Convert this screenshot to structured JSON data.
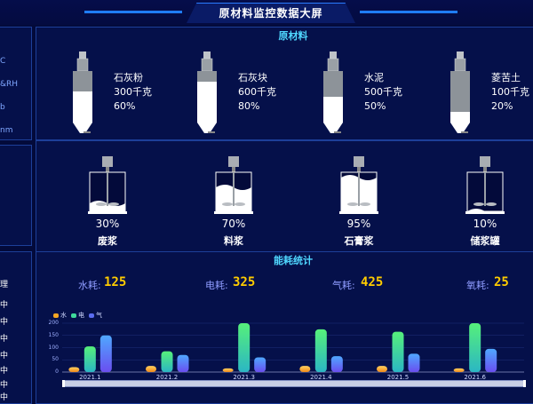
{
  "header": {
    "title": "原材料监控数据大屏"
  },
  "left_panel": {
    "labels": [
      "C",
      "&RH",
      "b",
      "nm"
    ],
    "bottom_heading": "理",
    "bottom_items": [
      "中",
      "中",
      "中",
      "中",
      "中",
      "中",
      "中"
    ]
  },
  "materials": {
    "title": "原材料",
    "items": [
      {
        "name": "石灰粉",
        "amount": "300千克",
        "percent": "60%",
        "level": 0.6
      },
      {
        "name": "石灰块",
        "amount": "600千克",
        "percent": "80%",
        "level": 0.8
      },
      {
        "name": "水泥",
        "amount": "500千克",
        "percent": "50%",
        "level": 0.5
      },
      {
        "name": "菱苦土",
        "amount": "100千克",
        "percent": "20%",
        "level": 0.2
      }
    ]
  },
  "tanks": {
    "items": [
      {
        "name": "废浆",
        "percent": "30%",
        "level": 0.3
      },
      {
        "name": "料浆",
        "percent": "70%",
        "level": 0.7
      },
      {
        "name": "石膏浆",
        "percent": "95%",
        "level": 0.95
      },
      {
        "name": "储浆罐",
        "percent": "10%",
        "level": 0.1
      }
    ]
  },
  "energy": {
    "title": "能耗统计",
    "water_label": "水耗:",
    "water_value": "125",
    "power_label": "电耗:",
    "power_value": "325",
    "gas_label": "气耗:",
    "gas_value": "425",
    "oxygen_label": "氧耗:",
    "oxygen_value": "25"
  },
  "colors": {
    "water": "#f5a623",
    "power": "#3fd99b",
    "gas": "#5a6cf0",
    "accent": "#4fd7ff",
    "value": "#ffcc00"
  },
  "chart_data": {
    "type": "bar",
    "categories": [
      "2021.1",
      "2021.2",
      "2021.3",
      "2021.4",
      "2021.5",
      "2021.6"
    ],
    "series": [
      {
        "name": "水",
        "values": [
          20,
          25,
          15,
          25,
          25,
          15
        ]
      },
      {
        "name": "电",
        "values": [
          105,
          85,
          200,
          175,
          165,
          200
        ]
      },
      {
        "name": "气",
        "values": [
          150,
          70,
          60,
          65,
          75,
          95
        ]
      }
    ],
    "yticks": [
      "0",
      "50",
      "100",
      "150",
      "200"
    ],
    "ylim": [
      0,
      200
    ],
    "legend": "top-left"
  }
}
